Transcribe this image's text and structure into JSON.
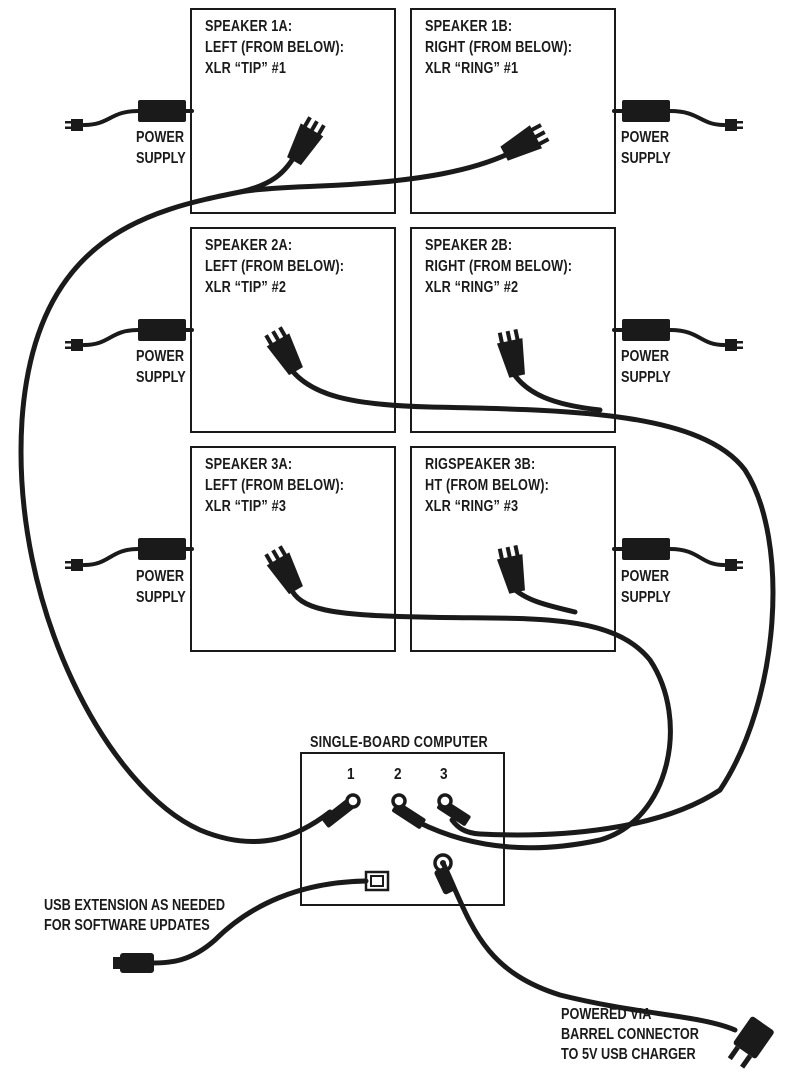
{
  "speakers": [
    {
      "line1": "SPEAKER 1A:",
      "line2": "LEFT (FROM BELOW):",
      "line3": "XLR “TIP” #1"
    },
    {
      "line1": "SPEAKER 1B:",
      "line2": "RIGHT (FROM BELOW):",
      "line3": "XLR “RING” #1"
    },
    {
      "line1": "SPEAKER 2A:",
      "line2": "LEFT (FROM BELOW):",
      "line3": "XLR “TIP” #2"
    },
    {
      "line1": "SPEAKER 2B:",
      "line2": "RIGHT (FROM BELOW):",
      "line3": "XLR “RING” #2"
    },
    {
      "line1": "SPEAKER 3A:",
      "line2": "LEFT (FROM BELOW):",
      "line3": "XLR “TIP” #3"
    },
    {
      "line1": "RIGSPEAKER 3B:",
      "line2": "HT (FROM BELOW):",
      "line3": "XLR “RING” #3"
    }
  ],
  "power_supply": {
    "line1": "POWER",
    "line2": "SUPPLY"
  },
  "computer": {
    "title": "SINGLE-BOARD COMPUTER",
    "ports": [
      "1",
      "2",
      "3"
    ]
  },
  "usb_note": {
    "line1": "USB EXTENSION AS NEEDED",
    "line2": "FOR SOFTWARE UPDATES"
  },
  "power_note": {
    "line1": "POWERED VIA",
    "line2": "BARREL CONNECTOR",
    "line3": "TO 5V USB CHARGER"
  },
  "colors": {
    "ink": "#1a1a1a",
    "background": "#ffffff"
  }
}
